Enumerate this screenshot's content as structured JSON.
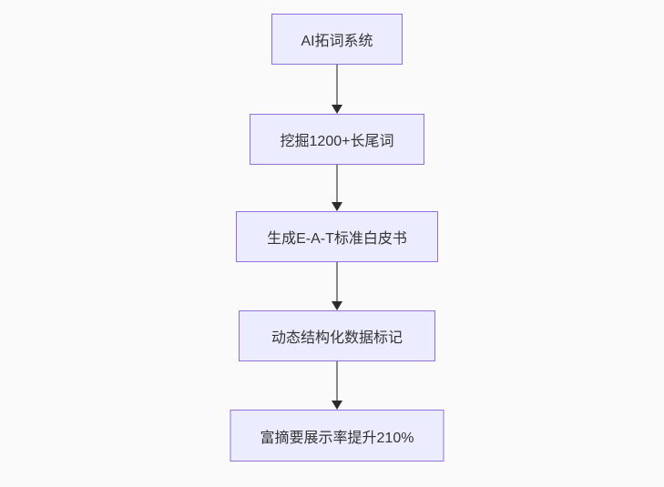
{
  "page": {
    "background": "#fafafa"
  },
  "flowchart": {
    "type": "flowchart-top-down",
    "colors": {
      "node_fill": "#ECECFF",
      "node_border": "#9370DB",
      "node_text": "#333333",
      "edge_line": "#888888",
      "edge_arrowhead": "#2b2b2b"
    },
    "nodes": [
      {
        "label": "AI拓词系统"
      },
      {
        "label": "挖掘1200+长尾词"
      },
      {
        "label": "生成E-A-T标准白皮书"
      },
      {
        "label": "动态结构化数据标记"
      },
      {
        "label": "富摘要展示率提升210%"
      }
    ],
    "edges": [
      {
        "from": 0,
        "to": 1
      },
      {
        "from": 1,
        "to": 2
      },
      {
        "from": 2,
        "to": 3
      },
      {
        "from": 3,
        "to": 4
      }
    ]
  }
}
